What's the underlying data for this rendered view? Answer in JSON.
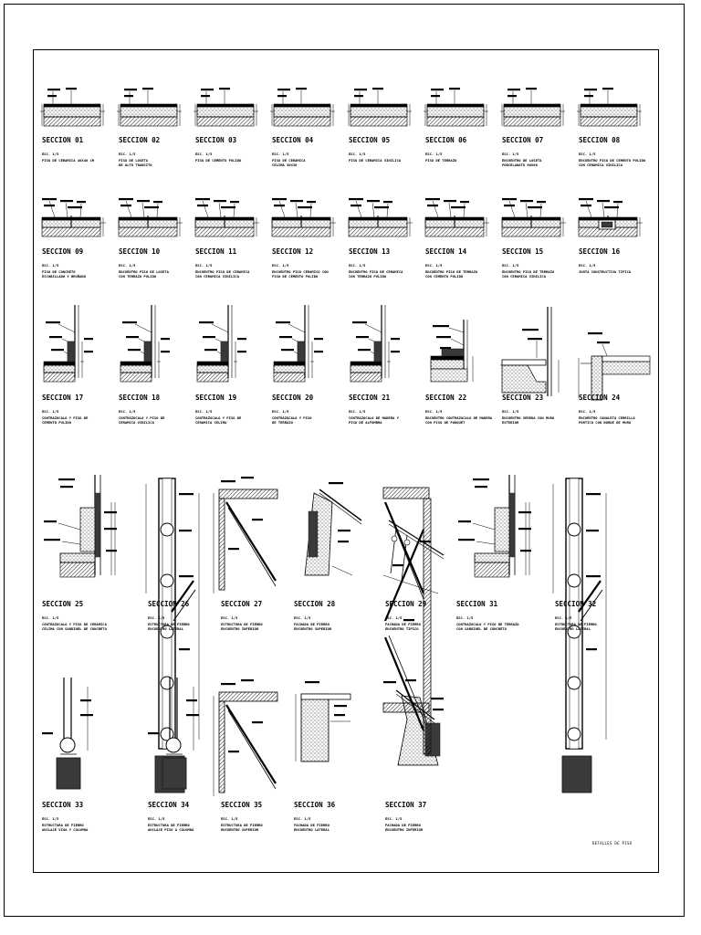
{
  "sheet": {
    "title": "DETALLES DE PISO"
  },
  "sections": [
    {
      "id": "SECCION 01",
      "scale": "ESC. 1/5",
      "desc": [
        "PISO DE CERAMICA 40X40 CM"
      ],
      "type": "floor"
    },
    {
      "id": "SECCION 02",
      "scale": "ESC. 1/5",
      "desc": [
        "PISO DE LOSETA",
        "DE ALTO TRANSITO"
      ],
      "type": "floor"
    },
    {
      "id": "SECCION 03",
      "scale": "ESC. 1/5",
      "desc": [
        "PISO DE CEMENTO PULIDO"
      ],
      "type": "floor"
    },
    {
      "id": "SECCION 04",
      "scale": "ESC. 1/5",
      "desc": [
        "PISO DE CERAMICA",
        "CELIMA 30X30"
      ],
      "type": "floor"
    },
    {
      "id": "SECCION 05",
      "scale": "ESC. 1/5",
      "desc": [
        "PISO DE CERAMICA VINILICA"
      ],
      "type": "floor"
    },
    {
      "id": "SECCION 06",
      "scale": "ESC. 1/5",
      "desc": [
        "PISO DE TERRAZO"
      ],
      "type": "floor"
    },
    {
      "id": "SECCION 07",
      "scale": "ESC. 1/5",
      "desc": [
        "ENCUENTRO DE LOSETA",
        "PORCELANATO 60X60"
      ],
      "type": "floor"
    },
    {
      "id": "SECCION 08",
      "scale": "ESC. 1/5",
      "desc": [
        "ENCUENTRO PISO DE CEMENTO PULIDO",
        "CON CERAMICA VINILICA"
      ],
      "type": "floor"
    },
    {
      "id": "SECCION 09",
      "scale": "ESC. 1/5",
      "desc": [
        "PISO DE CONCRETO",
        "ESCOBILLADO Y BRUÑADO"
      ],
      "type": "joint"
    },
    {
      "id": "SECCION 10",
      "scale": "ESC. 1/5",
      "desc": [
        "ENCUENTRO PISO DE LOSETA",
        "CON TERRAZO PULIDO"
      ],
      "type": "joint"
    },
    {
      "id": "SECCION 11",
      "scale": "ESC. 1/5",
      "desc": [
        "ENCUENTRO PISO DE CERAMICA",
        "CON CERAMICA VINILICA"
      ],
      "type": "joint"
    },
    {
      "id": "SECCION 12",
      "scale": "ESC. 1/5",
      "desc": [
        "ENCUENTRO PISO CERAMICO CON",
        "PISO DE CEMENTO PULIDO"
      ],
      "type": "joint"
    },
    {
      "id": "SECCION 13",
      "scale": "ESC. 1/5",
      "desc": [
        "ENCUENTRO PISO DE CERAMICA",
        "CON TERRAZO PULIDO"
      ],
      "type": "joint"
    },
    {
      "id": "SECCION 14",
      "scale": "ESC. 1/5",
      "desc": [
        "ENCUENTRO PISO DE TERRAZO",
        "CON CEMENTO PULIDO"
      ],
      "type": "joint"
    },
    {
      "id": "SECCION 15",
      "scale": "ESC. 1/5",
      "desc": [
        "ENCUENTRO PISO DE TERRAZO",
        "CON CERAMICA VINILICA"
      ],
      "type": "joint"
    },
    {
      "id": "SECCION 16",
      "scale": "ESC. 1/5",
      "desc": [
        "JUNTA CONSTRUCTIVA TIPICA"
      ],
      "type": "joint2"
    },
    {
      "id": "SECCION 17",
      "scale": "ESC. 1/5",
      "desc": [
        "CONTRAZOCALO Y PISO DE",
        "CEMENTO PULIDO"
      ],
      "type": "wall"
    },
    {
      "id": "SECCION 18",
      "scale": "ESC. 1/5",
      "desc": [
        "CONTRAZOCALO Y PISO DE",
        "CERAMICA VINILICA"
      ],
      "type": "wall"
    },
    {
      "id": "SECCION 19",
      "scale": "ESC. 1/5",
      "desc": [
        "CONTRAZOCALO Y PISO DE",
        "CERAMICA CELIMA"
      ],
      "type": "wall"
    },
    {
      "id": "SECCION 20",
      "scale": "ESC. 1/5",
      "desc": [
        "CONTRAZOCALO Y PISO",
        "DE TERRAZO"
      ],
      "type": "wall"
    },
    {
      "id": "SECCION 21",
      "scale": "ESC. 1/5",
      "desc": [
        "CONTRAZOCALO DE MADERA Y",
        "PISO DE ALFOMBRA"
      ],
      "type": "wall"
    },
    {
      "id": "SECCION 22",
      "scale": "ESC. 1/5",
      "desc": [
        "ENCUENTRO CONTRAZOCALO DE MADERA",
        "CON PISO DE PARQUET"
      ],
      "type": "step"
    },
    {
      "id": "SECCION 23",
      "scale": "ESC. 1/5",
      "desc": [
        "ENCUENTRO VEREDA CON MURO",
        "EXTERIOR"
      ],
      "type": "curb"
    },
    {
      "id": "SECCION 24",
      "scale": "ESC. 1/5",
      "desc": [
        "ENCUENTRO CANALETA CERRILLO",
        "PORTICO CON BORDE DE MURO"
      ],
      "type": "curb2"
    },
    {
      "id": "SECCION 25",
      "scale": "ESC. 1/5",
      "desc": [
        "CONTRAZOCALO Y PISO DE CERAMICA",
        "CELIMA CON SARDINEL DE CONCRETO"
      ],
      "type": "bigwall"
    },
    {
      "id": "SECCION 26",
      "scale": "ESC. 1/5",
      "desc": [
        "ESTRUCTURA DE FIERRO",
        "ENCUENTRO LATERAL"
      ],
      "type": "frame"
    },
    {
      "id": "SECCION 27",
      "scale": "ESC. 1/5",
      "desc": [
        "ESTRUCTURA DE FIERRO",
        "ENCUENTRO INFERIOR"
      ],
      "type": "truss"
    },
    {
      "id": "SECCION 28",
      "scale": "ESC. 1/5",
      "desc": [
        "FACHADA DE FIERRO",
        "ENCUENTRO SUPERIOR"
      ],
      "type": "slope"
    },
    {
      "id": "SECCION 29",
      "scale": "ESC. 1/5",
      "desc": [
        "FACHADA DE FIERRO",
        "ENCUENTRO TIPICO"
      ],
      "type": "roofline"
    },
    {
      "id": "SECCION 31",
      "scale": "ESC. 1/5",
      "desc": [
        "CONTRAZOCALO Y PISO DE TERRAZO",
        "CON SARDINEL DE CONCRETO"
      ],
      "type": "bigwall"
    },
    {
      "id": "SECCION 32",
      "scale": "ESC. 1/5",
      "desc": [
        "ESTRUCTURA DE FIERRO",
        "ENCUENTRO LATERAL"
      ],
      "type": "frame"
    },
    {
      "id": "SECCION 33",
      "scale": "ESC. 1/5",
      "desc": [
        "ESTRUCTURA DE FIERRO",
        "ANCLAJE VIGA Y COLUMNA"
      ],
      "type": "post"
    },
    {
      "id": "SECCION 34",
      "scale": "ESC. 1/5",
      "desc": [
        "ESTRUCTURA DE FIERRO",
        "ANCLAJE PISO A COLUMNA"
      ],
      "type": "post"
    },
    {
      "id": "SECCION 35",
      "scale": "ESC. 1/5",
      "desc": [
        "ESTRUCTURA DE FIERRO",
        "ENCUENTRO SUPERIOR"
      ],
      "type": "truss"
    },
    {
      "id": "SECCION 36",
      "scale": "ESC. 1/5",
      "desc": [
        "FACHADA DE FIERRO",
        "ENCUENTRO LATERAL"
      ],
      "type": "block"
    },
    {
      "id": "SECCION 37",
      "scale": "ESC. 1/5",
      "desc": [
        "FACHADA DE FIERRO",
        "ENCUENTRO INFERIOR"
      ],
      "type": "slope2"
    }
  ]
}
